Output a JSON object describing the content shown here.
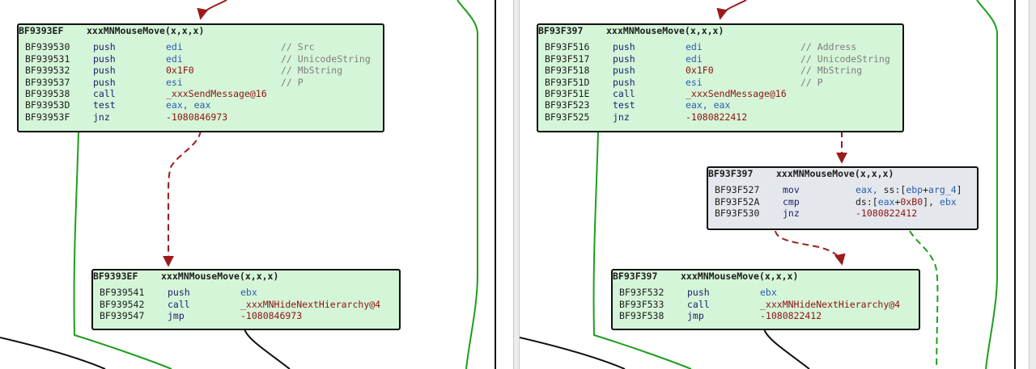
{
  "left_graph": {
    "top_block": {
      "header": {
        "addr": "BF9393EF",
        "func": "xxxMNMouseMove(x,x,x)"
      },
      "rows": [
        {
          "addr": "BF939530",
          "mnem": "push",
          "operand": "edi",
          "comment": "// Src"
        },
        {
          "addr": "BF939531",
          "mnem": "push",
          "operand": "edi",
          "comment": "// UnicodeString"
        },
        {
          "addr": "BF939532",
          "mnem": "push",
          "operand": "0x1F0",
          "comment": "// MbString"
        },
        {
          "addr": "BF939537",
          "mnem": "push",
          "operand": "esi",
          "comment": "// P"
        },
        {
          "addr": "BF939538",
          "mnem": "call",
          "operand": "_xxxSendMessage@16",
          "comment": ""
        },
        {
          "addr": "BF93953D",
          "mnem": "test",
          "operand": "eax, eax",
          "comment": ""
        },
        {
          "addr": "BF93953F",
          "mnem": "jnz",
          "operand": "-1080846973",
          "comment": ""
        }
      ]
    },
    "bottom_block": {
      "header": {
        "addr": "BF9393EF",
        "func": "xxxMNMouseMove(x,x,x)"
      },
      "rows": [
        {
          "addr": "BF939541",
          "mnem": "push",
          "operand": "ebx"
        },
        {
          "addr": "BF939542",
          "mnem": "call",
          "operand": "_xxxMNHideNextHierarchy@4"
        },
        {
          "addr": "BF939547",
          "mnem": "jmp",
          "operand": "-1080846973"
        }
      ]
    }
  },
  "right_graph": {
    "top_block": {
      "header": {
        "addr": "BF93F397",
        "func": "xxxMNMouseMove(x,x,x)"
      },
      "rows": [
        {
          "addr": "BF93F516",
          "mnem": "push",
          "operand": "edi",
          "comment": "// Address"
        },
        {
          "addr": "BF93F517",
          "mnem": "push",
          "operand": "edi",
          "comment": "// UnicodeString"
        },
        {
          "addr": "BF93F518",
          "mnem": "push",
          "operand": "0x1F0",
          "comment": "// MbString"
        },
        {
          "addr": "BF93F51D",
          "mnem": "push",
          "operand": "esi",
          "comment": "// P"
        },
        {
          "addr": "BF93F51E",
          "mnem": "call",
          "operand": "_xxxSendMessage@16",
          "comment": ""
        },
        {
          "addr": "BF93F523",
          "mnem": "test",
          "operand": "eax, eax",
          "comment": ""
        },
        {
          "addr": "BF93F525",
          "mnem": "jnz",
          "operand": "-1080822412",
          "comment": ""
        }
      ]
    },
    "middle_block": {
      "header": {
        "addr": "BF93F397",
        "func": "xxxMNMouseMove(x,x,x)"
      },
      "rows": [
        {
          "addr": "BF93F527",
          "mnem": "mov",
          "parts": [
            "eax, ",
            "ss:[",
            "ebp",
            "+",
            "arg_4",
            "]"
          ]
        },
        {
          "addr": "BF93F52A",
          "mnem": "cmp",
          "parts": [
            "ds:[",
            "eax",
            "+",
            "0xB0",
            "], ",
            "ebx"
          ]
        },
        {
          "addr": "BF93F530",
          "mnem": "jnz",
          "operand": "-1080822412"
        }
      ]
    },
    "bottom_block": {
      "header": {
        "addr": "BF93F397",
        "func": "xxxMNMouseMove(x,x,x)"
      },
      "rows": [
        {
          "addr": "BF93F532",
          "mnem": "push",
          "operand": "ebx"
        },
        {
          "addr": "BF93F533",
          "mnem": "call",
          "operand": "_xxxMNHideNextHierarchy@4"
        },
        {
          "addr": "BF93F538",
          "mnem": "jmp",
          "operand": "-1080822412"
        }
      ]
    }
  },
  "colors": {
    "block_green": "#d5f5d8",
    "block_gray": "#e4e8ec",
    "edge_red": "#9b1b1b",
    "edge_green": "#1e9e1e",
    "edge_black": "#111111",
    "mnemonic": "#1c1c70",
    "register": "#2a5db0",
    "symbol": "#8e1111",
    "comment": "#7e7e7e"
  }
}
